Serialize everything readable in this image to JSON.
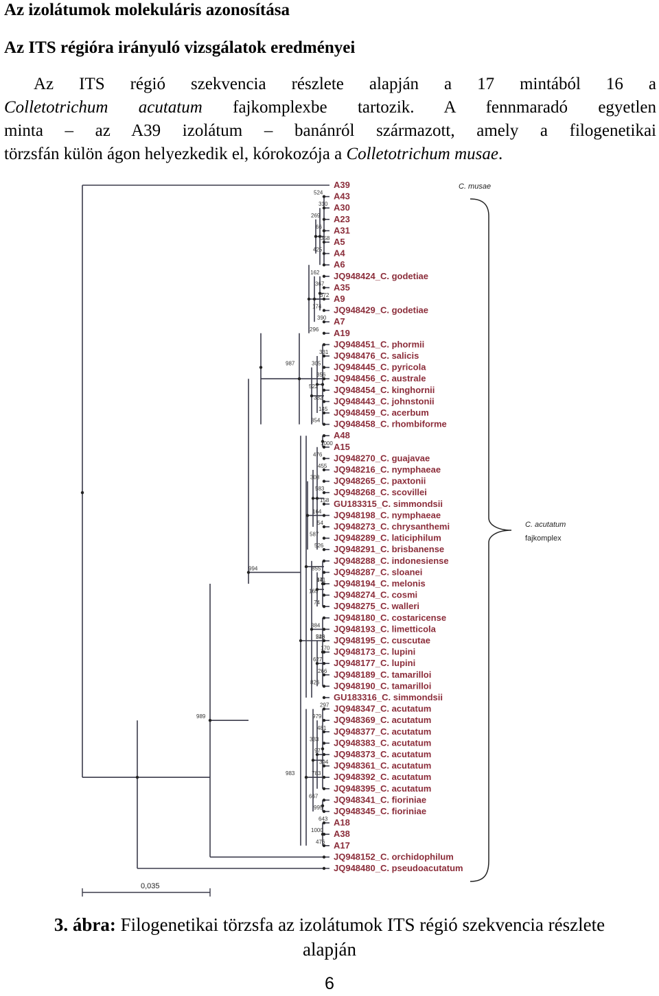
{
  "heading": "Az izolátumok molekuláris azonosítása",
  "subheading": "Az ITS régióra irányuló vizsgálatok eredményei",
  "paragraph": {
    "line1": "Az ITS régió szekvencia részlete alapján a 17 mintából 16 a",
    "line2_italic": "Colletotrichum acutatum",
    "line2_rest": " fajkomplexbe tartozik. A fennmaradó egyetlen",
    "line3": "minta – az A39 izolátum – banánról származott, amely a filogenetikai",
    "line4_prefix": "törzsfán külön ágon helyezkedik el, kórokozója a ",
    "line4_italic": "Colletotrichum musae",
    "line4_suffix": "."
  },
  "figure": {
    "scale_label": "0,035",
    "clade_musae": "C. musae",
    "clade_acutatum_line1": "C. acutatum",
    "clade_acutatum_line2": "fajkomplex",
    "taxa": [
      "A39",
      "A43",
      "A30",
      "A23",
      "A31",
      "A5",
      "A4",
      "A6",
      "JQ948424_C. godetiae",
      "A35",
      "A9",
      "JQ948429_C. godetiae",
      "A7",
      "A19",
      "JQ948451_C. phormii",
      "JQ948476_C. salicis",
      "JQ948445_C. pyricola",
      "JQ948456_C. australe",
      "JQ948454_C. kinghornii",
      "JQ948443_C. johnstonii",
      "JQ948459_C. acerbum",
      "JQ948458_C. rhombiforme",
      "A48",
      "A15",
      "JQ948270_C. guajavae",
      "JQ948216_C. nymphaeae",
      "JQ948265_C. paxtonii",
      "JQ948268_C. scovillei",
      "GU183315_C. simmondsii",
      "JQ948198_C. nymphaeae",
      "JQ948273_C. chrysanthemi",
      "JQ948289_C. laticiphilum",
      "JQ948291_C. brisbanense",
      "JQ948288_C. indonesiense",
      "JQ948287_C. sloanei",
      "JQ948194_C. melonis",
      "JQ948274_C. cosmi",
      "JQ948275_C. walleri",
      "JQ948180_C. costaricense",
      "JQ948193_C. limetticola",
      "JQ948195_C. cuscutae",
      "JQ948173_C. lupini",
      "JQ948177_C. lupini",
      "JQ948189_C. tamarilloi",
      "JQ948190_C. tamarilloi",
      "GU183316_C. simmondsii",
      "JQ948347_C. acutatum",
      "JQ948369_C. acutatum",
      "JQ948377_C. acutatum",
      "JQ948383_C. acutatum",
      "JQ948373_C. acutatum",
      "JQ948361_C. acutatum",
      "JQ948392_C. acutatum",
      "JQ948395_C. acutatum",
      "JQ948341_C. fioriniae",
      "JQ948345_C. fioriniae",
      "A18",
      "A38",
      "A17",
      "JQ948152_C. orchidophilum",
      "JQ948480_C. pseudoacutatum"
    ],
    "bootstrap": [
      {
        "v": "524",
        "row": 1
      },
      {
        "v": "310",
        "row": 2
      },
      {
        "v": "269",
        "row": 3
      },
      {
        "v": "66",
        "row": 4
      },
      {
        "v": "358",
        "row": 5
      },
      {
        "v": "425",
        "row": 6
      },
      {
        "v": "162",
        "row": 8
      },
      {
        "v": "367",
        "row": 9
      },
      {
        "v": "372",
        "row": 10
      },
      {
        "v": "174",
        "row": 11
      },
      {
        "v": "390",
        "row": 12
      },
      {
        "v": "296",
        "row": 13
      },
      {
        "v": "987",
        "row": 16
      },
      {
        "v": "331",
        "row": 15
      },
      {
        "v": "305",
        "row": 16
      },
      {
        "v": "356",
        "row": 17
      },
      {
        "v": "522",
        "row": 18
      },
      {
        "v": "332",
        "row": 19
      },
      {
        "v": "145",
        "row": 20
      },
      {
        "v": "354",
        "row": 21
      },
      {
        "v": "1000",
        "row": 23
      },
      {
        "v": "476",
        "row": 24
      },
      {
        "v": "455",
        "row": 25
      },
      {
        "v": "308",
        "row": 26
      },
      {
        "v": "583",
        "row": 27
      },
      {
        "v": "158",
        "row": 28
      },
      {
        "v": "164",
        "row": 29
      },
      {
        "v": "54",
        "row": 30
      },
      {
        "v": "587",
        "row": 31
      },
      {
        "v": "526",
        "row": 32
      },
      {
        "v": "994",
        "row": 34
      },
      {
        "v": "855",
        "row": 34
      },
      {
        "v": "84",
        "row": 35
      },
      {
        "v": "171",
        "row": 35
      },
      {
        "v": "165",
        "row": 36
      },
      {
        "v": "74",
        "row": 37
      },
      {
        "v": "384",
        "row": 39
      },
      {
        "v": "543",
        "row": 40
      },
      {
        "v": "226",
        "row": 40
      },
      {
        "v": "170",
        "row": 41
      },
      {
        "v": "627",
        "row": 42
      },
      {
        "v": "266",
        "row": 43
      },
      {
        "v": "826",
        "row": 44
      },
      {
        "v": "297",
        "row": 46
      },
      {
        "v": "989",
        "row": 47
      },
      {
        "v": "979",
        "row": 47
      },
      {
        "v": "481",
        "row": 48
      },
      {
        "v": "333",
        "row": 49
      },
      {
        "v": "97",
        "row": 50
      },
      {
        "v": "394",
        "row": 51
      },
      {
        "v": "983",
        "row": 52
      },
      {
        "v": "783",
        "row": 52
      },
      {
        "v": "667",
        "row": 54
      },
      {
        "v": "995",
        "row": 55
      },
      {
        "v": "643",
        "row": 56
      },
      {
        "v": "476",
        "row": 58
      },
      {
        "v": "1000",
        "row": 57
      }
    ]
  },
  "caption_bold": "3. ábra:",
  "caption_rest": " Filogenetikai törzsfa az izolátumok ITS régió szekvencia részlete",
  "caption_line2": "alapján",
  "page_number": "6"
}
